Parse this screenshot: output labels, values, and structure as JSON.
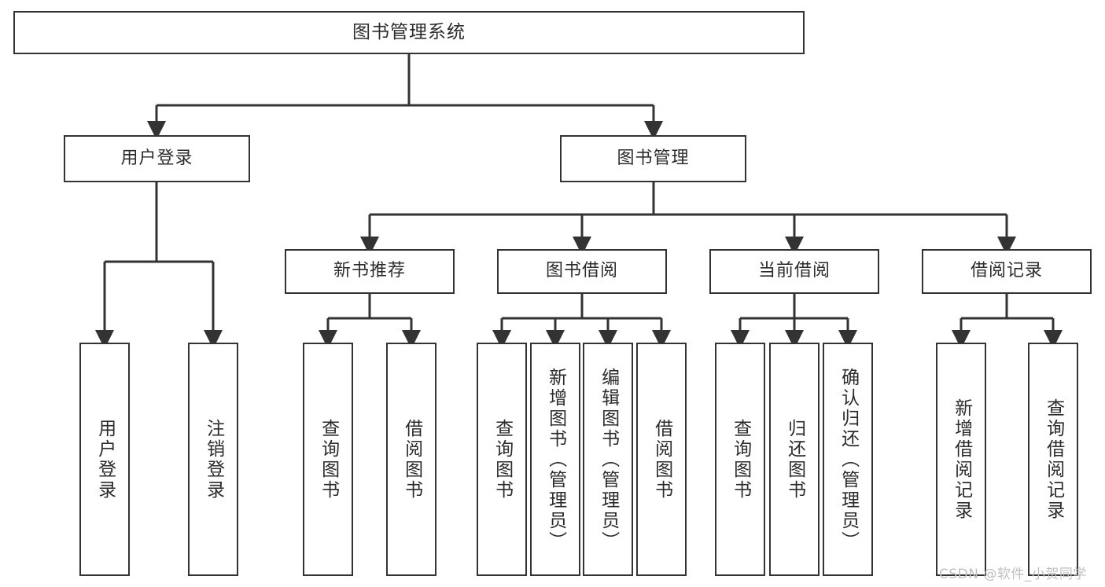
{
  "diagram": {
    "type": "tree",
    "title": "图书管理系统",
    "orientation": "top-down",
    "style": {
      "box_border": "#333333",
      "box_fill": "#ffffff",
      "edge_color": "#333333",
      "text_color": "#2b2b2b",
      "background": "#ffffff",
      "watermark_color": "#bfbfbf"
    },
    "nodes": {
      "root": {
        "label": "图书管理系统"
      },
      "level1": [
        {
          "id": "user_login",
          "label": "用户登录"
        },
        {
          "id": "book_manage",
          "label": "图书管理"
        }
      ],
      "level2": [
        {
          "id": "new_book_rec",
          "label": "新书推荐",
          "parent": "book_manage"
        },
        {
          "id": "book_borrow",
          "label": "图书借阅",
          "parent": "book_manage"
        },
        {
          "id": "current_borrow",
          "label": "当前借阅",
          "parent": "book_manage"
        },
        {
          "id": "borrow_record",
          "label": "借阅记录",
          "parent": "book_manage"
        }
      ],
      "leaves": [
        {
          "id": "leaf_user_login",
          "label": "用户登录",
          "parent": "user_login"
        },
        {
          "id": "leaf_user_logout",
          "label": "注销登录",
          "parent": "user_login"
        },
        {
          "id": "leaf_query_book_1",
          "label": "查询图书",
          "parent": "new_book_rec"
        },
        {
          "id": "leaf_borrow_book_1",
          "label": "借阅图书",
          "parent": "new_book_rec"
        },
        {
          "id": "leaf_query_book_2",
          "label": "查询图书",
          "parent": "book_borrow"
        },
        {
          "id": "leaf_add_book",
          "label": "新增图书（管理员）",
          "parent": "book_borrow"
        },
        {
          "id": "leaf_edit_book",
          "label": "编辑图书（管理员）",
          "parent": "book_borrow"
        },
        {
          "id": "leaf_borrow_book_2",
          "label": "借阅图书",
          "parent": "book_borrow"
        },
        {
          "id": "leaf_query_book_3",
          "label": "查询图书",
          "parent": "current_borrow"
        },
        {
          "id": "leaf_return_book",
          "label": "归还图书",
          "parent": "current_borrow"
        },
        {
          "id": "leaf_confirm_return",
          "label": "确认归还（管理员）",
          "parent": "current_borrow"
        },
        {
          "id": "leaf_add_record",
          "label": "新增借阅记录",
          "parent": "borrow_record"
        },
        {
          "id": "leaf_query_record",
          "label": "查询借阅记录",
          "parent": "borrow_record"
        }
      ]
    }
  },
  "watermark": {
    "text": "CSDN @软件_小贺同学"
  }
}
